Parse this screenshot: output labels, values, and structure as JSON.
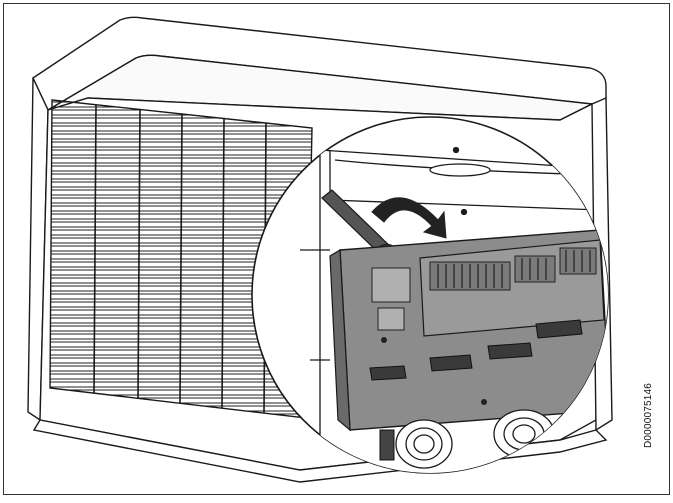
{
  "figure": {
    "document_code": "D0000075146",
    "icons": {
      "arrow": "curved-arrow-icon",
      "board": "circuit-board",
      "unit": "heat-pump-outdoor-unit"
    },
    "colors": {
      "line": "#1a1a1a",
      "board_gray": "#8c8c8c",
      "board_dark": "#6a6a6a",
      "connector": "#3a3a3a",
      "lever": "#555555"
    }
  }
}
